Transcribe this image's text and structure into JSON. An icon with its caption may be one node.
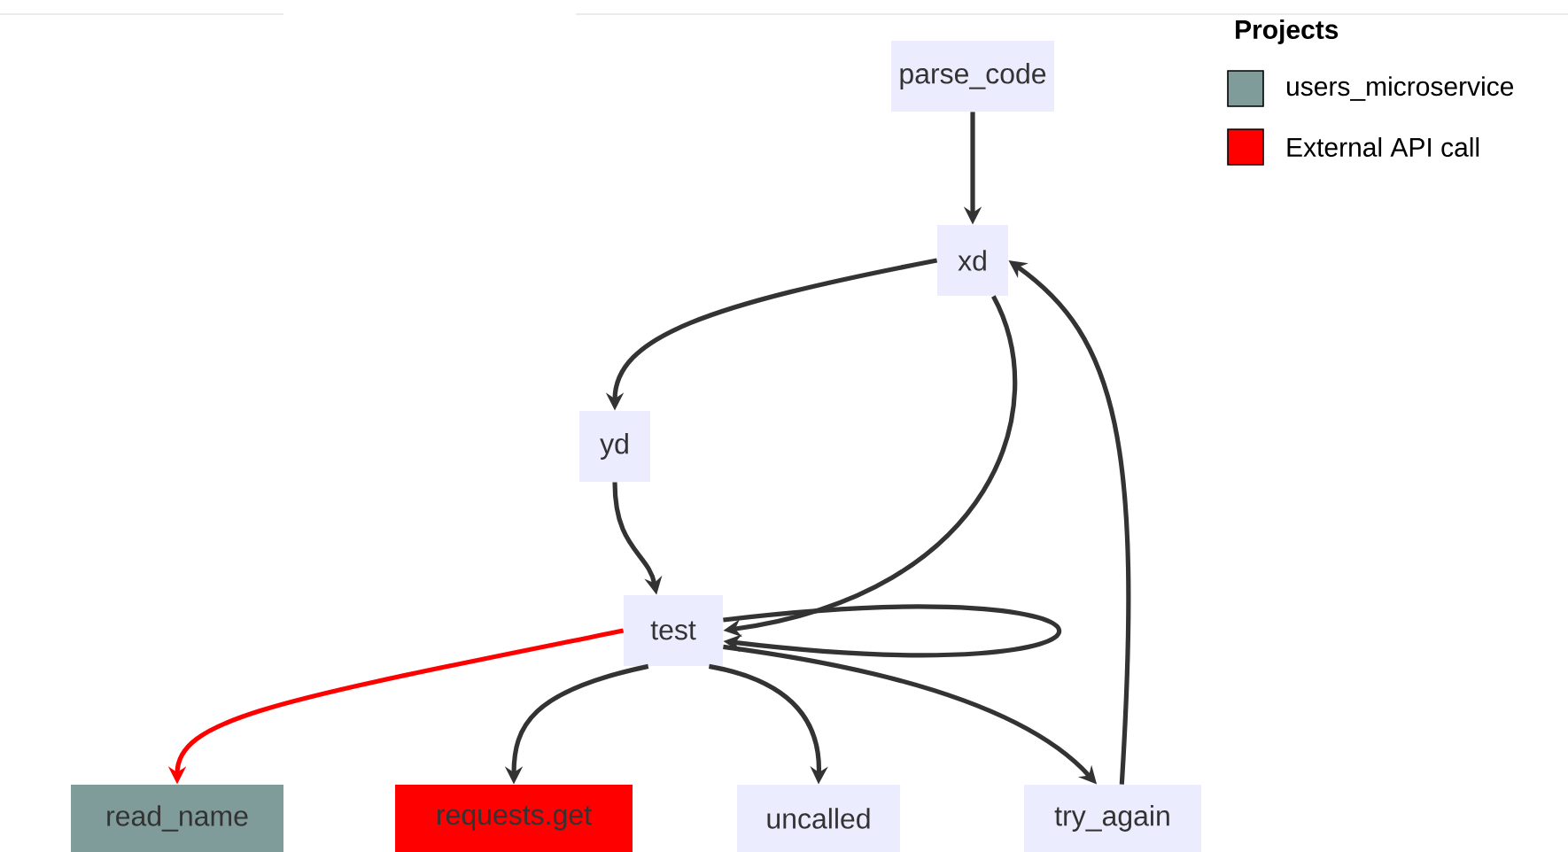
{
  "diagram": {
    "nodes": [
      {
        "text": [
          "parse_code"
        ]
      },
      {
        "text": [
          "xd"
        ]
      },
      {
        "text": [
          "yd"
        ]
      },
      {
        "text": [
          "test"
        ]
      },
      {
        "text": [
          "read_name"
        ]
      },
      {
        "text": [
          "requests.get"
        ]
      },
      {
        "text": [
          "uncalled"
        ]
      },
      {
        "text": [
          "try_again"
        ]
      }
    ],
    "edges": [
      {
        "from": 0,
        "to": 1,
        "arrow": "to"
      },
      {
        "from": 1,
        "to": 2,
        "arrow": "to"
      },
      {
        "from": 2,
        "to": 3,
        "arrow": "to"
      },
      {
        "from": 1,
        "to": 3,
        "arrow": "to"
      },
      {
        "from": 3,
        "to": 3,
        "arrow": "to"
      },
      {
        "from": 3,
        "to": 4,
        "arrow": "to",
        "color": "#ff0000"
      },
      {
        "from": 3,
        "to": 5,
        "arrow": "to"
      },
      {
        "from": 3,
        "to": 6,
        "arrow": "to"
      },
      {
        "from": 3,
        "to": 7,
        "arrow": "to"
      },
      {
        "from": 7,
        "to": 1,
        "arrow": "to"
      }
    ],
    "labels": [
      "Projects"
    ],
    "legend": [
      {
        "text": "users_microservice",
        "color": "#7f9c9a"
      },
      {
        "text": "External API call",
        "color": "#ff0000"
      }
    ]
  }
}
